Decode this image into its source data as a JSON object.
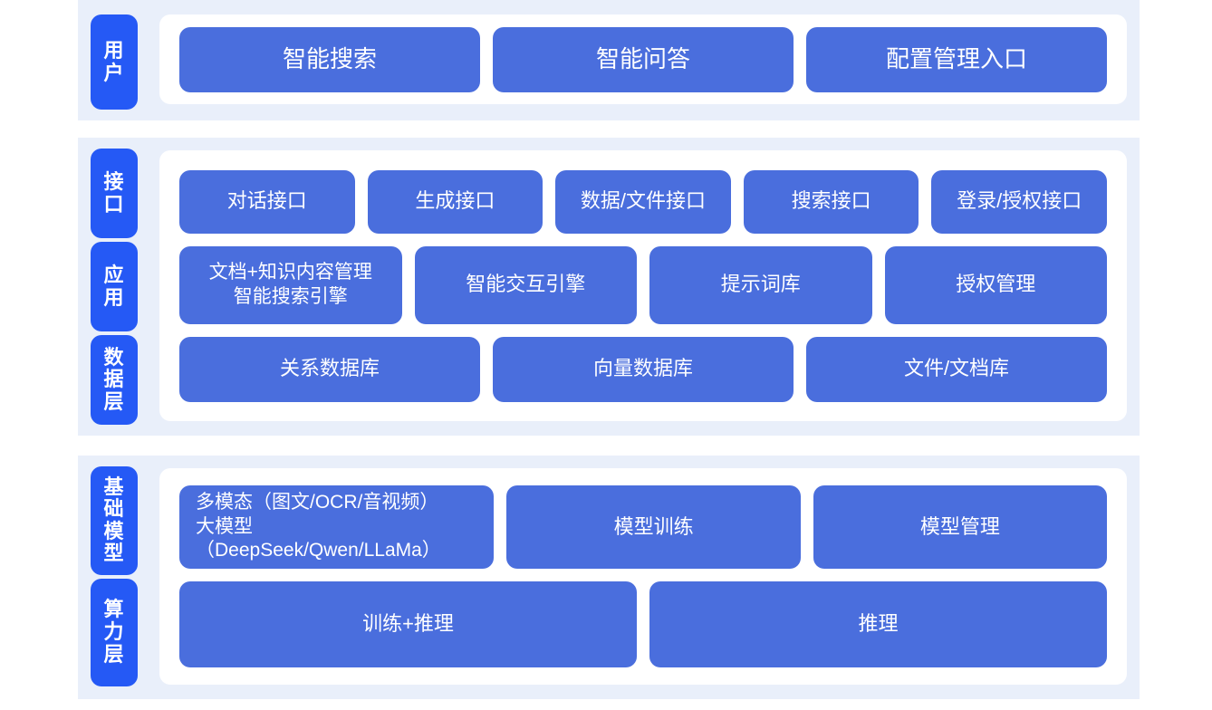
{
  "theme": {
    "page_background": "#ffffff",
    "band_background": "#e9effa",
    "panel_background": "#ffffff",
    "rail_tab_color": "#2559f5",
    "card_color": "#4a6edd",
    "card_text_color": "#ffffff"
  },
  "sections": [
    {
      "id": "user",
      "rail": [
        {
          "label": "用户"
        }
      ],
      "rows": [
        {
          "id": "user-row",
          "cards": [
            {
              "label": "智能搜索"
            },
            {
              "label": "智能问答"
            },
            {
              "label": "配置管理入口"
            }
          ]
        }
      ]
    },
    {
      "id": "middle",
      "rail": [
        {
          "label": "接口"
        },
        {
          "label": "应用"
        },
        {
          "label": "数据层"
        }
      ],
      "rows": [
        {
          "id": "api-row",
          "cards": [
            {
              "label": "对话接口"
            },
            {
              "label": "生成接口"
            },
            {
              "label": "数据/文件接口"
            },
            {
              "label": "搜索接口"
            },
            {
              "label": "登录/授权接口"
            }
          ]
        },
        {
          "id": "app-row",
          "cards": [
            {
              "label": "文档+知识内容管理\n智能搜索引擎"
            },
            {
              "label": "智能交互引擎"
            },
            {
              "label": "提示词库"
            },
            {
              "label": "授权管理"
            }
          ]
        },
        {
          "id": "data-row",
          "cards": [
            {
              "label": "关系数据库"
            },
            {
              "label": "向量数据库"
            },
            {
              "label": "文件/文档库"
            }
          ]
        }
      ]
    },
    {
      "id": "base",
      "rail": [
        {
          "label": "基础模型"
        },
        {
          "label": "算力层"
        }
      ],
      "rows": [
        {
          "id": "model-row",
          "cards": [
            {
              "label": "多模态（图文/OCR/音视频）\n大模型（DeepSeek/Qwen/LLaMa）"
            },
            {
              "label": "模型训练"
            },
            {
              "label": "模型管理"
            }
          ]
        },
        {
          "id": "compute-row",
          "cards": [
            {
              "label": "训练+推理"
            },
            {
              "label": "推理"
            }
          ]
        }
      ]
    }
  ]
}
